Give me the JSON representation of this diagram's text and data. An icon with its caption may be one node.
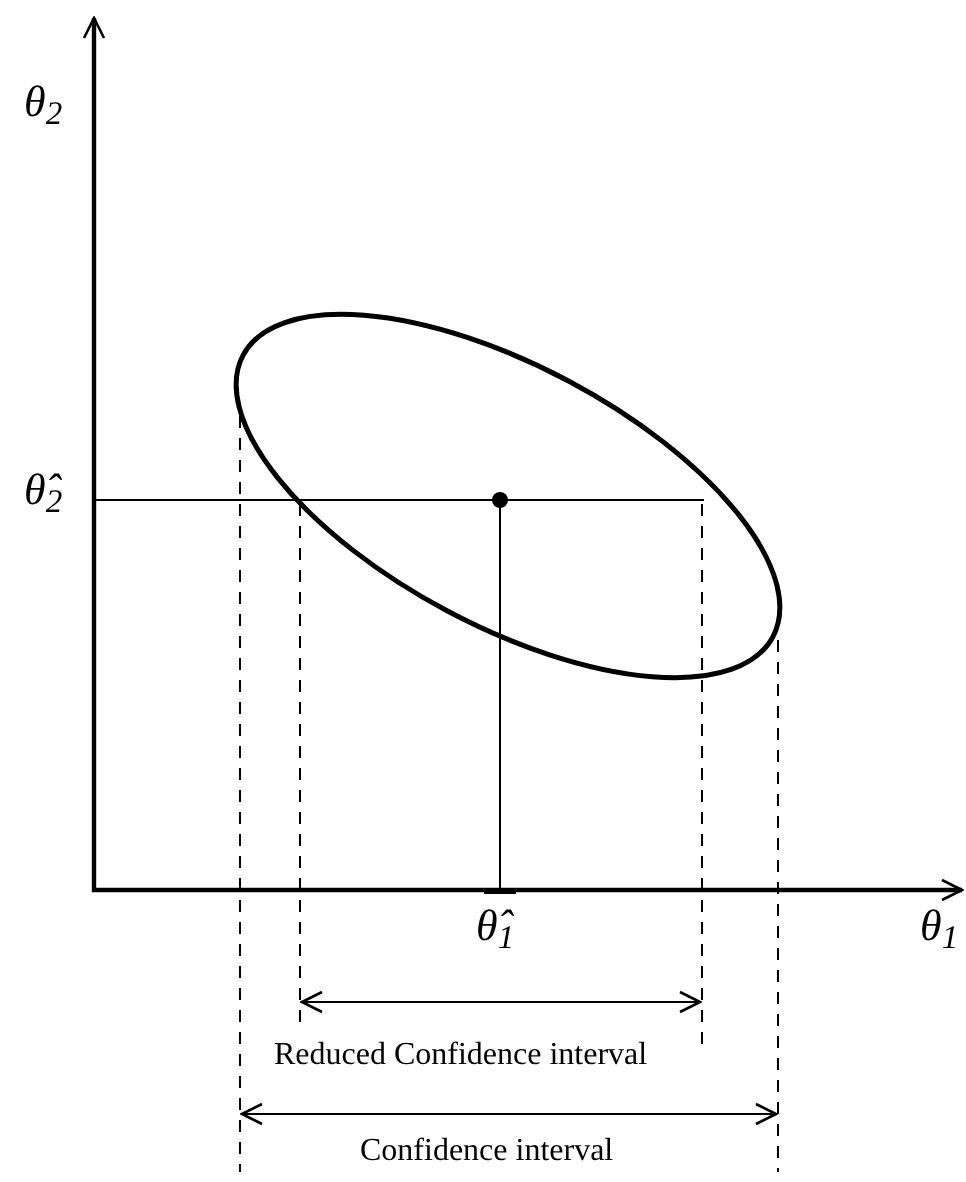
{
  "diagram": {
    "labels": [
      "θ$_{2}$",
      "θ̂$_{2}$",
      "θ̂$_{1}$",
      "θ$_{1}$",
      "Reduced Confidence interval",
      "Confidence interval"
    ]
  }
}
